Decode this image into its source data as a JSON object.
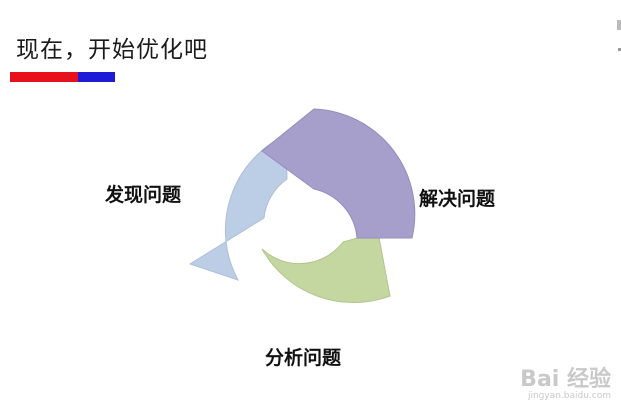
{
  "title": "现在，开始优化吧",
  "colors": {
    "bar_red": "#e8101a",
    "bar_blue": "#1b1bd8",
    "segment_find": "#bccde6",
    "segment_solve": "#a69fcb",
    "segment_analyze": "#c4d7a1"
  },
  "cycle": {
    "labels": {
      "find": "发现问题",
      "solve": "解决问题",
      "analyze": "分析问题"
    }
  },
  "watermark": {
    "main": "Bai 经验",
    "sub": "jingyan.baidu.com"
  }
}
